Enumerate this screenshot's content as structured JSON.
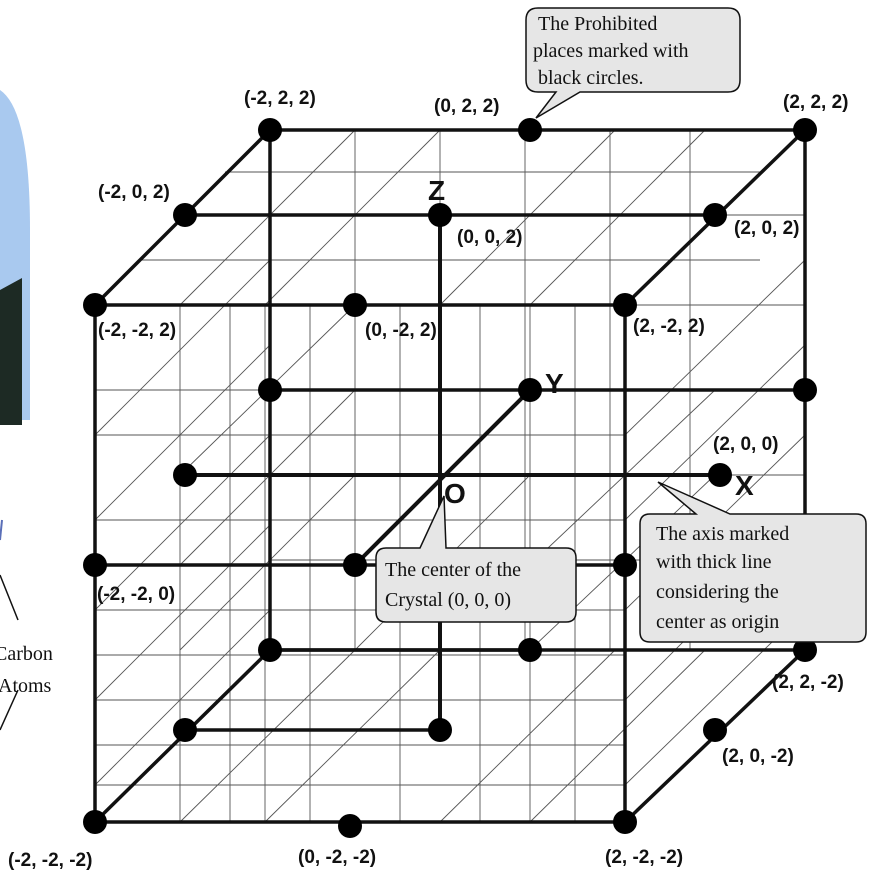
{
  "vertex_labels": {
    "n_2_2_2": "(-2, 2, 2)",
    "z_2_2": "(0, 2, 2)",
    "p_2_2_2": "(2, 2, 2)",
    "n_2_0_2": "(-2, 0, 2)",
    "z_0_2": "(0, 0, 2)",
    "p_2_0_2": "(2, 0, 2)",
    "n_2_n2_2": "(-2, -2, 2)",
    "z_n2_2": "(0, -2, 2)",
    "p_2_n2_2": "(2, -2, 2)",
    "p_2_0_0": "(2, 0, 0)",
    "n_2_n2_0": "(-2, -2, 0)",
    "p_2_2_n2": "(2, 2, -2)",
    "p_2_0_n2": "(2, 0, -2)",
    "n_2_n2_n2": "(-2, -2, -2)",
    "z_n2_n2": "(0, -2, -2)",
    "p_2_n2_n2": "(2, -2, -2)"
  },
  "axes": {
    "x": "X",
    "y": "Y",
    "z": "Z",
    "origin": "O"
  },
  "callouts": {
    "prohibited": [
      "The Prohibited",
      "places marked with",
      "black circles."
    ],
    "center": [
      "The center of the",
      "Crystal (0, 0, 0)"
    ],
    "axis": [
      "The axis marked",
      "with thick line",
      "considering the",
      "center as origin"
    ]
  },
  "side_label": [
    "Carbon",
    "Atoms"
  ],
  "colors": {
    "dot": "#000000",
    "callout_fill": "#e6e6e6",
    "photo_sky": "#a9c9ef",
    "photo_dark": "#1d2a24"
  }
}
